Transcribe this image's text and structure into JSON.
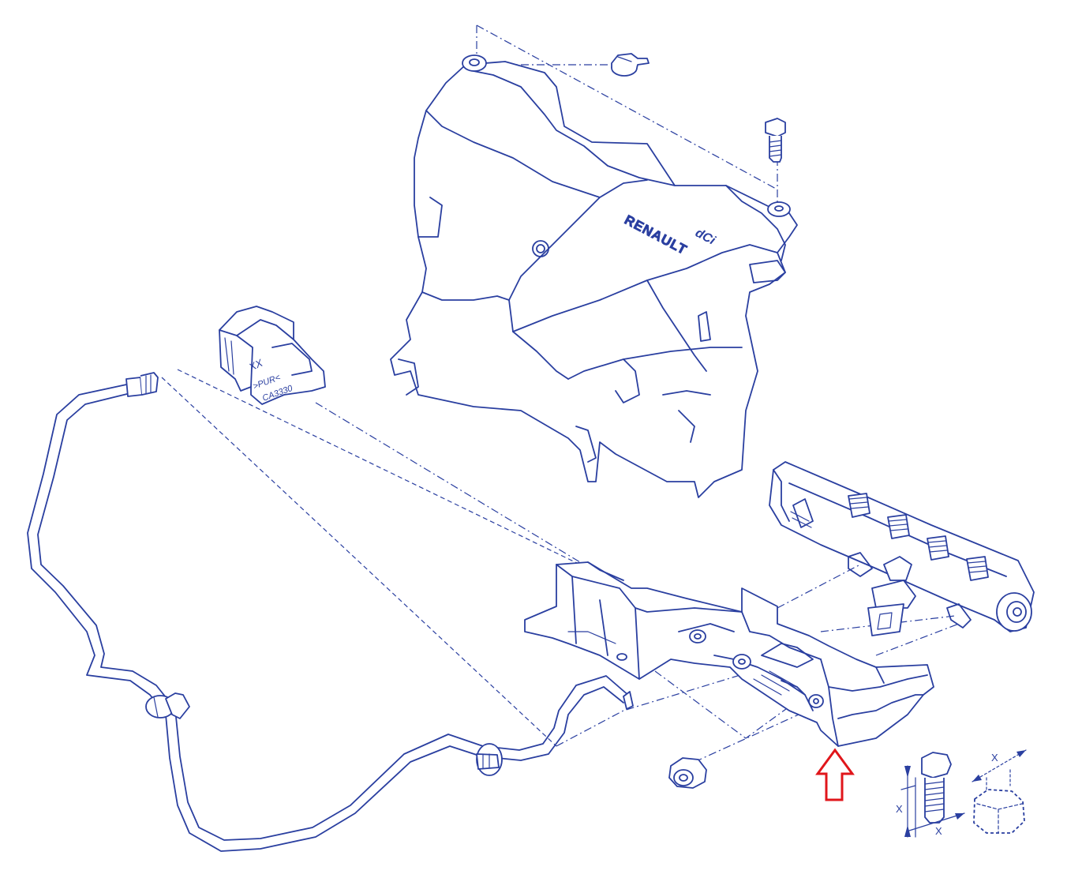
{
  "diagram": {
    "line_color": "#2a3fa0",
    "highlight_color": "#e0161b",
    "labels": {
      "brand": "RENAULT",
      "engine_badge": "dCi",
      "bracket_code_1": "XX",
      "bracket_code_2": ">PUR<",
      "bracket_code_3": "CA3330",
      "dimension_bolt_1": "X",
      "dimension_bolt_2": "X",
      "dimension_nut": "X"
    },
    "icons": {
      "highlight_arrow": "up-arrow-icon"
    }
  }
}
